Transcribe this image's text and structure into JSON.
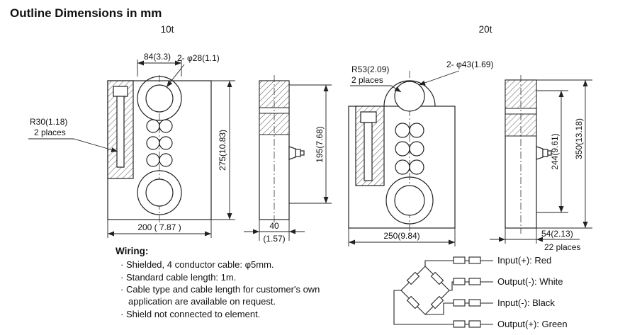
{
  "title": "Outline Dimensions in mm",
  "view_10t": {
    "label": "10t",
    "dim_top": "84(3.3)",
    "hole_callout": "2- φ28(1.1)",
    "radius_callout": "R30(1.18)",
    "radius_note": "2 places",
    "dim_height": "275(10.83)",
    "dim_side_height": "195(7.68)",
    "dim_width": "200 ( 7.87 )",
    "dim_side_width": "40",
    "dim_side_width_in": "(1.57)"
  },
  "view_20t": {
    "label": "20t",
    "radius_callout": "R53(2.09)",
    "radius_note": "2 places",
    "hole_callout": "2- φ43(1.69)",
    "dim_inner_height": "244(9.61)",
    "dim_height": "350(13.18)",
    "dim_width": "250(9.84)",
    "dim_side_width": "54(2.13)",
    "dim_side_note": "22 places"
  },
  "wiring": {
    "heading": "Wiring:",
    "lines": [
      "· Shielded, 4 conductor cable: φ5mm.",
      "· Standard cable length: 1m.",
      "· Cable type and cable length for customer's own",
      "application are available on request.",
      "· Shield not connected to element."
    ]
  },
  "bridge": {
    "labels": [
      "Input(+): Red",
      "Output(-): White",
      "Input(-): Black",
      "Output(+): Green"
    ]
  }
}
